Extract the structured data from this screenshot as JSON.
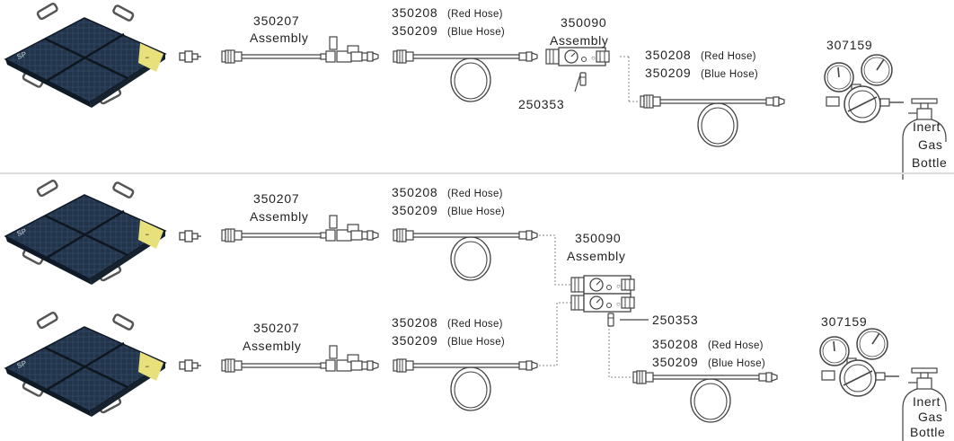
{
  "top_panel": {
    "assembly_1": {
      "part": "350207",
      "name": "Assembly"
    },
    "hose_1": {
      "red_part": "350208",
      "red_note": "(Red Hose)",
      "blue_part": "350209",
      "blue_note": "(Blue Hose)"
    },
    "controller": {
      "part": "350090",
      "name": "Assembly"
    },
    "valve": {
      "part": "250353"
    },
    "hose_2": {
      "red_part": "350208",
      "red_note": "(Red Hose)",
      "blue_part": "350209",
      "blue_note": "(Blue Hose)"
    },
    "regulator": {
      "part": "307159"
    },
    "bottle": {
      "line1": "Inert",
      "line2": "Gas",
      "line3": "Bottle"
    }
  },
  "bottom_panel": {
    "assembly_upper": {
      "part": "350207",
      "name": "Assembly"
    },
    "hose_upper": {
      "red_part": "350208",
      "red_note": "(Red Hose)",
      "blue_part": "350209",
      "blue_note": "(Blue Hose)"
    },
    "controller": {
      "part": "350090",
      "name": "Assembly"
    },
    "valve": {
      "part": "250353"
    },
    "assembly_lower": {
      "part": "350207",
      "name": "Assembly"
    },
    "hose_lower": {
      "red_part": "350208",
      "red_note": "(Red Hose)",
      "blue_part": "350209",
      "blue_note": "(Blue Hose)"
    },
    "hose_out": {
      "red_part": "350208",
      "red_note": "(Red Hose)",
      "blue_part": "350209",
      "blue_note": "(Blue Hose)"
    },
    "regulator": {
      "part": "307159"
    },
    "bottle": {
      "line1": "Inert",
      "line2": "Gas",
      "line3": "Bottle"
    }
  },
  "colors": {
    "bag_dark": "#1c2a3c",
    "bag_mid": "#2d4258",
    "bag_label": "#e8e07a",
    "line": "#555555",
    "divider": "#dddddd"
  },
  "icons": {
    "air_bag": "lifting-bag-icon",
    "coupler": "coupler-icon",
    "hose": "coiled-hose-icon",
    "controller": "dual-gauge-controller-icon",
    "regulator": "regulator-icon",
    "bottle": "gas-bottle-icon"
  }
}
